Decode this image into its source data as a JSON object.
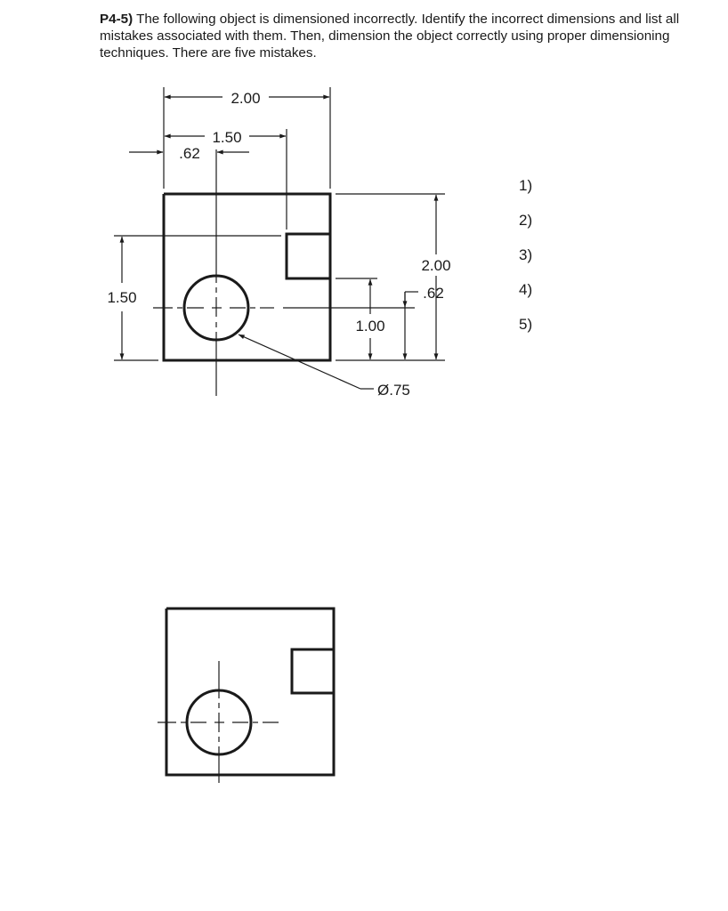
{
  "problem": {
    "number": "P4-5)",
    "text": " The following object is dimensioned incorrectly.  Identify the incorrect dimensions and list all mistakes associated with them.  Then, dimension the object correctly using proper dimensioning techniques.  There are five mistakes."
  },
  "dimensions": {
    "overall_width": "2.00",
    "slot_position": "1.50",
    "hole_x": ".62",
    "overall_height": "2.00",
    "slot_width": ".62",
    "hole_y": "1.00",
    "left_height": "1.50",
    "diameter": "Ø.75"
  },
  "answer_list": [
    "1)",
    "2)",
    "3)",
    "4)",
    "5)"
  ]
}
